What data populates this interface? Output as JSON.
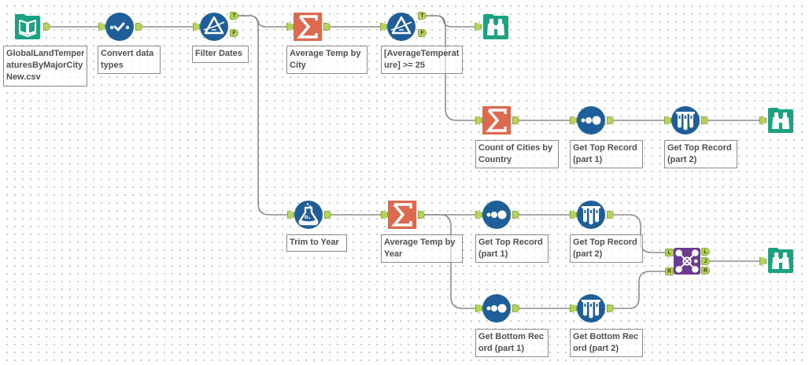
{
  "app": "Alteryx Designer workflow canvas",
  "colors": {
    "input_tool": "#1ba283",
    "browse_tool": "#1ba283",
    "prep_tool": "#1f5f99",
    "transform_tool": "#dd6a4e",
    "join_tool": "#6b3b8f",
    "anchor": "#b5d45a",
    "wire": "#8c8c8c"
  },
  "tools": [
    {
      "id": "input",
      "type": "input-data",
      "icon": "book-icon",
      "annotation": "GlobalLandTemperaturesByMajorCityNew.csv"
    },
    {
      "id": "convert",
      "type": "select",
      "icon": "checkmark-dots-icon",
      "annotation": "Convert data types"
    },
    {
      "id": "filter1",
      "type": "filter",
      "icon": "prism-filter-icon",
      "annotation": "Filter Dates",
      "anchors_out": [
        "T",
        "F"
      ]
    },
    {
      "id": "sum1",
      "type": "summarize",
      "icon": "sigma-icon",
      "annotation": "Average Temp by City"
    },
    {
      "id": "filter2",
      "type": "filter",
      "icon": "prism-filter-icon",
      "annotation": "[AverageTemperature] >= 25",
      "anchors_out": [
        "T",
        "F"
      ]
    },
    {
      "id": "browse1",
      "type": "browse",
      "icon": "binoculars-icon",
      "annotation": ""
    },
    {
      "id": "sum2",
      "type": "summarize",
      "icon": "sigma-icon",
      "annotation": "Count of Cities by Country"
    },
    {
      "id": "sample1",
      "type": "sample",
      "icon": "sample-dots-icon",
      "annotation": "Get Top Record (part 1)"
    },
    {
      "id": "multi1",
      "type": "multi-row-formula",
      "icon": "test-tubes-icon",
      "annotation": "Get Top Record (part 2)"
    },
    {
      "id": "browse2",
      "type": "browse",
      "icon": "binoculars-icon",
      "annotation": ""
    },
    {
      "id": "formula",
      "type": "formula",
      "icon": "flask-icon",
      "annotation": "Trim to Year"
    },
    {
      "id": "sum3",
      "type": "summarize",
      "icon": "sigma-icon",
      "annotation": "Average Temp by Year"
    },
    {
      "id": "sample2",
      "type": "sample",
      "icon": "sample-dots-icon",
      "annotation": "Get Top Record (part 1)"
    },
    {
      "id": "multi2",
      "type": "multi-row-formula",
      "icon": "test-tubes-icon",
      "annotation": "Get Top Record (part 2)"
    },
    {
      "id": "sample3",
      "type": "sample",
      "icon": "sample-dots-icon",
      "annotation": "Get Bottom Record (part 1)"
    },
    {
      "id": "multi3",
      "type": "multi-row-formula",
      "icon": "test-tubes-icon",
      "annotation": "Get Bottom Record (part 2)"
    },
    {
      "id": "join",
      "type": "join",
      "icon": "join-network-icon",
      "annotation": "",
      "anchors_in": [
        "L",
        "R"
      ],
      "anchors_out": [
        "L",
        "J",
        "R"
      ]
    },
    {
      "id": "browse3",
      "type": "browse",
      "icon": "binoculars-icon",
      "annotation": ""
    }
  ],
  "anchor_labels": {
    "true": "T",
    "false": "F",
    "left": "L",
    "right": "R",
    "join": "J"
  },
  "connections": [
    {
      "from": "input",
      "to": "convert"
    },
    {
      "from": "convert",
      "to": "filter1"
    },
    {
      "from": "filter1",
      "anchor": "T",
      "to": "sum1"
    },
    {
      "from": "filter1",
      "anchor": "T",
      "to": "formula"
    },
    {
      "from": "sum1",
      "to": "filter2"
    },
    {
      "from": "filter2",
      "anchor": "T",
      "to": "browse1"
    },
    {
      "from": "filter2",
      "anchor": "T",
      "to": "sum2"
    },
    {
      "from": "sum2",
      "to": "sample1"
    },
    {
      "from": "sample1",
      "to": "multi1"
    },
    {
      "from": "multi1",
      "to": "browse2"
    },
    {
      "from": "formula",
      "to": "sum3"
    },
    {
      "from": "sum3",
      "to": "sample2"
    },
    {
      "from": "sum3",
      "to": "sample3"
    },
    {
      "from": "sample2",
      "to": "multi2"
    },
    {
      "from": "sample3",
      "to": "multi3"
    },
    {
      "from": "multi2",
      "to": "join",
      "anchor_in": "L"
    },
    {
      "from": "multi3",
      "to": "join",
      "anchor_in": "R"
    },
    {
      "from": "join",
      "anchor": "J",
      "to": "browse3"
    }
  ]
}
